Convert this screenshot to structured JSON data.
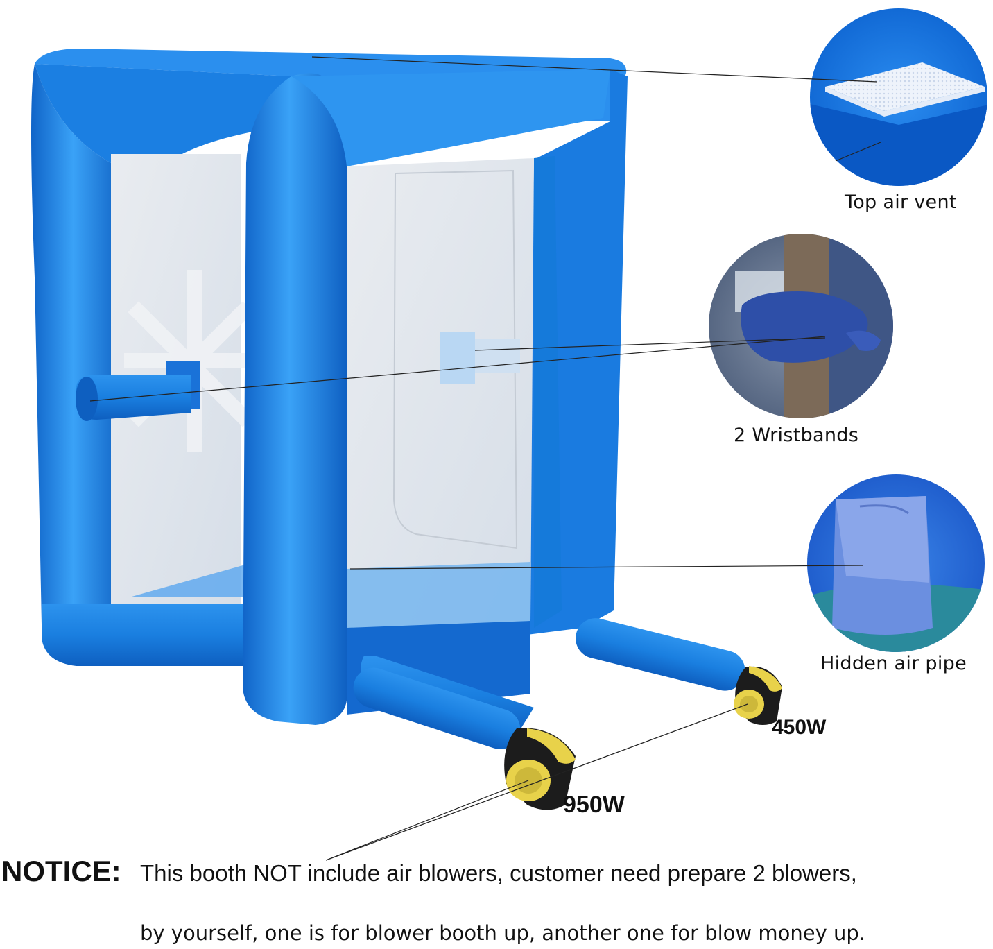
{
  "callouts": {
    "top_vent": "Top air vent",
    "wristbands": "2 Wristbands",
    "hidden_pipe": "Hidden air pipe"
  },
  "blowers": {
    "large": "950W",
    "small": "450W"
  },
  "notice": {
    "heading": "NOTICE:",
    "line1": "This booth NOT include air blowers, customer need prepare 2 blowers,",
    "line2": "by yourself, one is for blower booth up, another one for blow money up."
  },
  "colors": {
    "booth_blue": "#1a7fe0",
    "booth_light": "#3fa0f5",
    "blower_yellow": "#e8d24a",
    "window_tint": "#dfe6ee"
  }
}
